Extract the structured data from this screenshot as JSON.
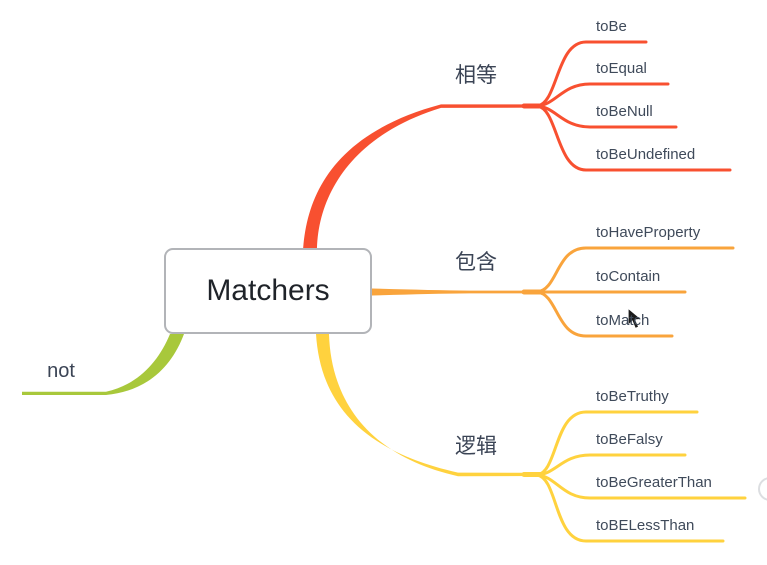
{
  "root": {
    "label": "Matchers"
  },
  "branches": {
    "equality": {
      "label": "相等",
      "color": "#f85030",
      "children": [
        "toBe",
        "toEqual",
        "toBeNull",
        "toBeUndefined"
      ]
    },
    "contain": {
      "label": "包含",
      "color": "#f9a43c",
      "children": [
        "toHaveProperty",
        "toContain",
        "toMatch"
      ]
    },
    "logic": {
      "label": "逻辑",
      "color": "#ffd23e",
      "children": [
        "toBeTruthy",
        "toBeFalsy",
        "toBeGreaterThan",
        "toBELessThan"
      ]
    },
    "not": {
      "label": "not",
      "color": "#a8c83b",
      "children": []
    }
  }
}
